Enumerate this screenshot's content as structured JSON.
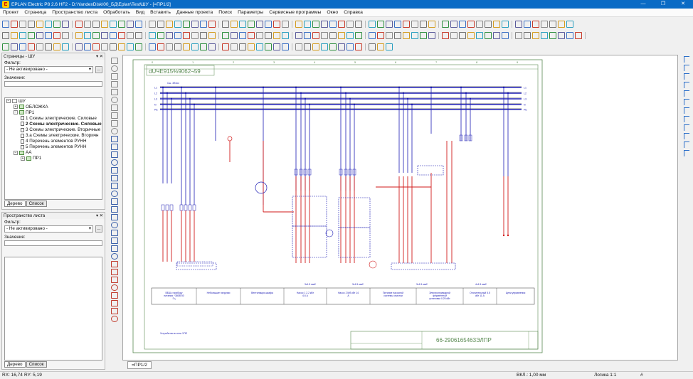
{
  "app": {
    "title": "EPLAN Electric P8 2.6 HF2 - D:\\YandexDisk\\00_БД\\Eplan\\Test\\ШУ - [=ПР1/2]",
    "logo": "E",
    "window_controls": [
      "—",
      "❐",
      "✕"
    ]
  },
  "menu": [
    "Проект",
    "Страница",
    "Пространство листа",
    "Обработать",
    "Вид",
    "Вставить",
    "Данные проекта",
    "Поиск",
    "Параметры",
    "Сервисные программы",
    "Окно",
    "Справка"
  ],
  "pages_panel": {
    "title": "Страницы - ШУ",
    "controls": "▾ ✕",
    "filter_label": "Фильтр:",
    "filter_value": "- Не активировано -",
    "filter_btn": "...",
    "value_label": "Значение:",
    "tree": [
      {
        "label": "ШУ",
        "level": 0,
        "exp": "⊟",
        "icon": "folder-icon",
        "bold": false
      },
      {
        "label": "ОБЛОЖКА",
        "level": 1,
        "exp": "⊞",
        "icon": "structure-icon",
        "bold": false
      },
      {
        "label": "ПР1",
        "level": 1,
        "exp": "⊟",
        "icon": "structure-icon",
        "bold": false
      },
      {
        "label": "1 Схемы электрические. Силовые",
        "level": 2,
        "exp": "",
        "icon": "page-icon",
        "bold": false
      },
      {
        "label": "2 Схемы электрические. Силовые",
        "level": 2,
        "exp": "",
        "icon": "page-icon",
        "bold": true
      },
      {
        "label": "3 Схемы электрические. Вторичные",
        "level": 2,
        "exp": "",
        "icon": "page-icon",
        "bold": false
      },
      {
        "label": "3.a Схемы электрические. Вторичн",
        "level": 2,
        "exp": "",
        "icon": "page-icon",
        "bold": false
      },
      {
        "label": "4 Перечень элементов РУНН",
        "level": 2,
        "exp": "",
        "icon": "page-icon",
        "bold": false
      },
      {
        "label": "5 Перечень элементов РУНН",
        "level": 2,
        "exp": "",
        "icon": "page-icon",
        "bold": false
      },
      {
        "label": "АА",
        "level": 1,
        "exp": "⊟",
        "icon": "structure-icon",
        "bold": false
      },
      {
        "label": "ПР1",
        "level": 2,
        "exp": "⊞",
        "icon": "structure-icon",
        "bold": false
      }
    ],
    "tabs": [
      "Дерево",
      "Список"
    ]
  },
  "space_panel": {
    "title": "Пространство листа",
    "controls": "▾ ✕",
    "filter_label": "Фильтр:",
    "filter_value": "- Не активировано -",
    "filter_btn": "...",
    "value_label": "Значение:",
    "tabs": [
      "Дерево",
      "Список"
    ]
  },
  "drawing": {
    "top_title": "dUЧE915%9062¬59",
    "frame_numbers": [
      "0",
      "1",
      "2",
      "3",
      "4",
      "5",
      "6",
      "7",
      "8",
      "9"
    ],
    "bus_labels": [
      "L1",
      "L2",
      "L3",
      "N",
      "PE"
    ],
    "bus_note": "Сш. 3б4ос",
    "feeder_table": [
      "ВБШ к прибору питания ~380В 50 Гц",
      "Небольшие нагрузки",
      "Вентиляция шкафа",
      "Насос 1 2.2 кВт 4.6 А",
      "Насос 2 Мб кВт 14 А",
      "Питание насосной системы очистки",
      "Электроприводной ферментной установки 0.25 кВт 0.8 А",
      "Отопительный 5.5 кВт 11 А",
      "Цепи управления"
    ],
    "cable_values": [
      "3х1.5 мм2",
      "3х1.5 мм2",
      "3х1.5 мм2",
      "4х1.5 мм2"
    ],
    "stamp_code": "66-2906165463ЭЛПР",
    "footnote": "Устройство в сети 1ПЕ"
  },
  "document_tab": "=ПР1/2",
  "status": {
    "rx": "RX: 16,74",
    "ry": "RY: 5,19",
    "grid": "ВКЛ.: 1,00 мм",
    "logic": "Логика 1:1",
    "hash": "#"
  },
  "colors": {
    "titlebar": "#0a6bc5",
    "bus": "#1c1cb4",
    "feeder": "#d11a1a",
    "frame": "#5a8a52"
  }
}
